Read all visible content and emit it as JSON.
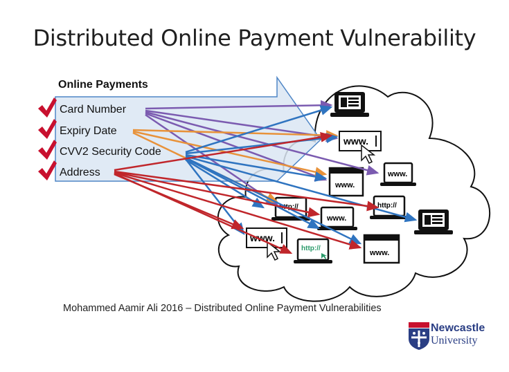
{
  "slide": {
    "title": "Distributed Online Payment Vulnerability",
    "caption": "Mohammed Aamir Ali 2016 – Distributed Online Payment Vulnerabilities"
  },
  "panel": {
    "heading": "Online Payments",
    "items": [
      "Card Number",
      "Expiry Date",
      "CVV2 Security Code",
      "Address"
    ]
  },
  "device_labels": {
    "www": "www.",
    "http": "http://"
  },
  "logo": {
    "line1": "Newcastle",
    "line2": "University"
  },
  "colors": {
    "card_number": "#7b5bb0",
    "expiry_date": "#e8923a",
    "cvv2": "#2f74c0",
    "address": "#c0262b",
    "check": "#c8102e",
    "panel_fill": "#dbe6f3",
    "panel_stroke": "#4f86c6"
  }
}
